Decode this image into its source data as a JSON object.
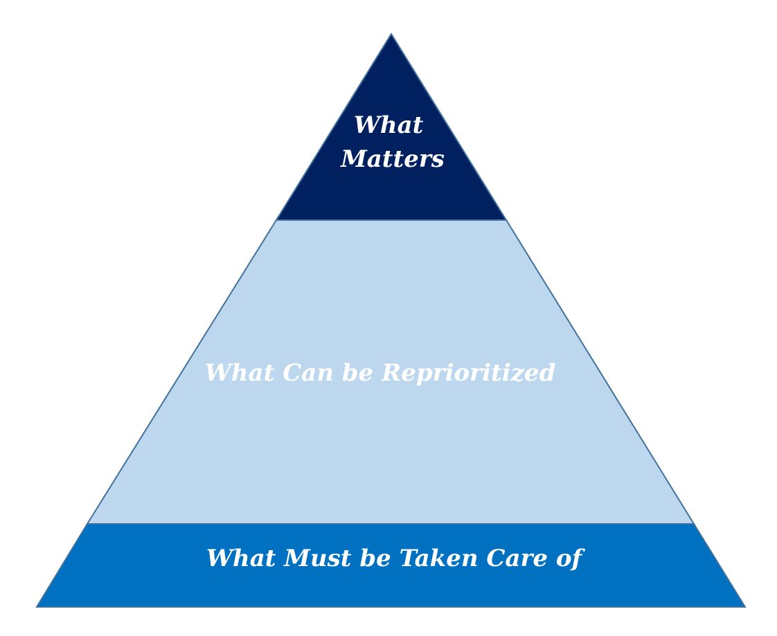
{
  "pyramid": {
    "outline_color": "#41719C",
    "tiers": [
      {
        "id": "top",
        "label_lines": [
          "What",
          "Matters"
        ],
        "fill": "#002060"
      },
      {
        "id": "middle",
        "label_lines": [
          "What Can be Reprioritized"
        ],
        "fill": "#BDD7EE"
      },
      {
        "id": "bottom",
        "label_lines": [
          "What Must be Taken Care of"
        ],
        "fill": "#0070C0"
      }
    ]
  }
}
